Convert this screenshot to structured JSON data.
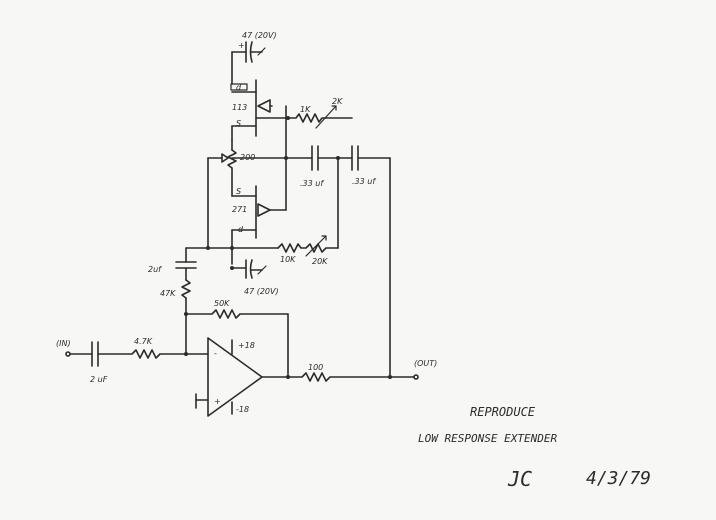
{
  "labels": {
    "c_top": "47 (20V)",
    "plus_top": "+",
    "d_top": "d",
    "q_top": "113",
    "s_top": "S",
    "r_1k": "1K",
    "r_2k": "2K",
    "pot": "200",
    "s_bot": "S",
    "q_bot": "271",
    "d_bot": "d",
    "c_33a": ".33 uf",
    "c_33b": ".33 uf",
    "r_10k": "10K",
    "r_20k": "20K",
    "c_bot": "47 (20V)",
    "c_2uf_left": "2uf",
    "r_47k": "47K",
    "r_50k": "50K",
    "in": "(IN)",
    "r_4_7k": "4.7K",
    "c_in": "2 uF",
    "op_plus18": "+18",
    "op_minus": "-",
    "op_plus": "+",
    "op_minus18": "-18",
    "r_100": "100",
    "out": "(OUT)"
  },
  "title": {
    "line1": "REPRODUCE",
    "line2": "LOW  RESPONSE  EXTENDER"
  },
  "signature": {
    "initials": "JC",
    "date": "4/3/79"
  }
}
